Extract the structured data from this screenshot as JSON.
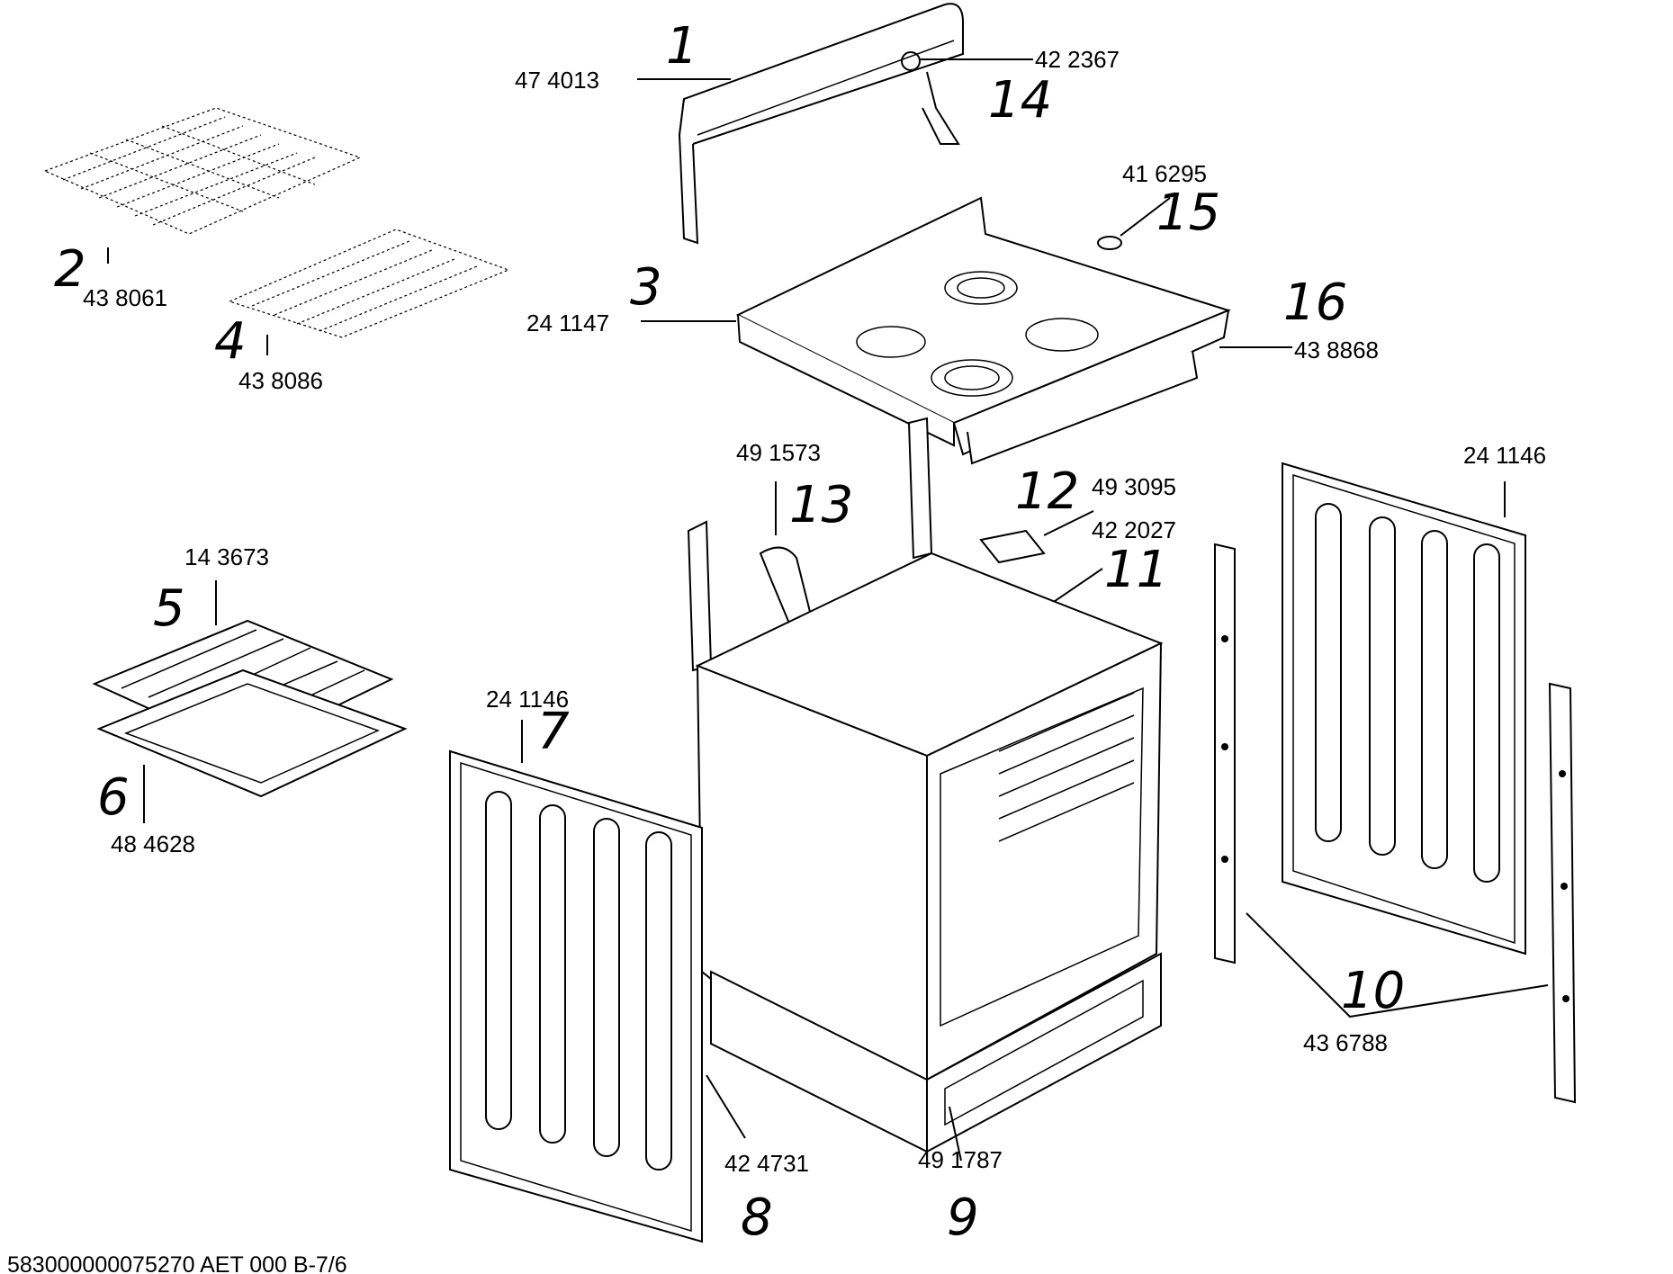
{
  "callouts": [
    {
      "number": "1",
      "part_no": "47 4013"
    },
    {
      "number": "2",
      "part_no": "43 8061"
    },
    {
      "number": "3",
      "part_no": "24 1147"
    },
    {
      "number": "4",
      "part_no": "43 8086"
    },
    {
      "number": "5",
      "part_no": "14 3673"
    },
    {
      "number": "6",
      "part_no": "48 4628"
    },
    {
      "number": "7",
      "part_no": "24 1146"
    },
    {
      "number": "8",
      "part_no": "42 4731"
    },
    {
      "number": "9",
      "part_no": "49 1787"
    },
    {
      "number": "10",
      "part_no": "43 6788"
    },
    {
      "number": "11",
      "part_no": "42 2027"
    },
    {
      "number": "12",
      "part_no": "49 3095"
    },
    {
      "number": "13",
      "part_no": "49 1573"
    },
    {
      "number": "14",
      "part_no": "42 2367"
    },
    {
      "number": "15",
      "part_no": "41 6295"
    },
    {
      "number": "16",
      "part_no": "43 8868"
    }
  ],
  "extra_labels": {
    "right_panel_part_no": "24 1146"
  },
  "footer": {
    "reference": "583000000075270 AET 000 B-7/6"
  }
}
